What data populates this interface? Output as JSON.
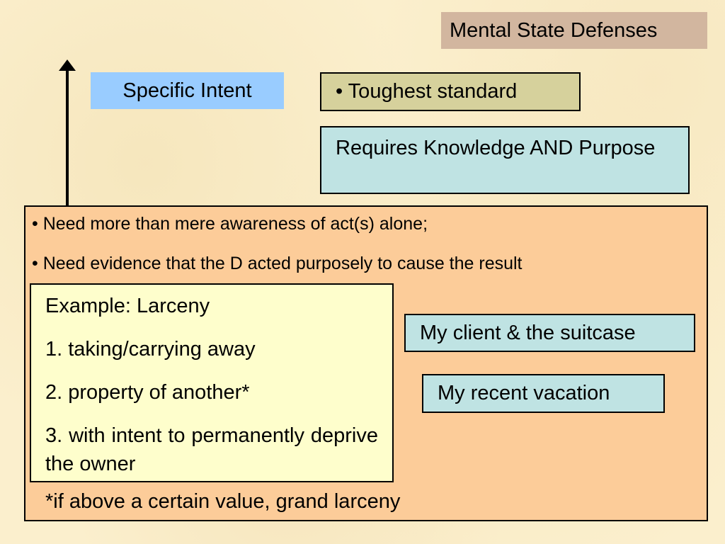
{
  "slide": {
    "title": "Mental State Defenses",
    "specific_intent_label": "Specific Intent",
    "toughest_standard": "• Toughest standard",
    "requires_text": "Requires Knowledge AND Purpose",
    "bullets": [
      "• Need more than mere awareness of act(s) alone;",
      "• Need evidence that the D acted purposely to cause the result"
    ],
    "example": {
      "heading": "Example: Larceny",
      "items": [
        "1. taking/carrying away",
        "2. property of another*",
        "3. with intent to permanently deprive the owner"
      ]
    },
    "footnote": "*if above a certain value, grand larceny",
    "callouts": {
      "client": "My client & the suitcase",
      "vacation": "My recent vacation"
    }
  },
  "colors": {
    "background": "#fbefcd",
    "title_fill": "#d2b69f",
    "specific_intent_fill": "#99ccff",
    "toughest_fill": "#d6d19c",
    "teal_fill": "#bfe3e3",
    "panel_fill": "#fccc99",
    "example_fill": "#fefecc"
  }
}
